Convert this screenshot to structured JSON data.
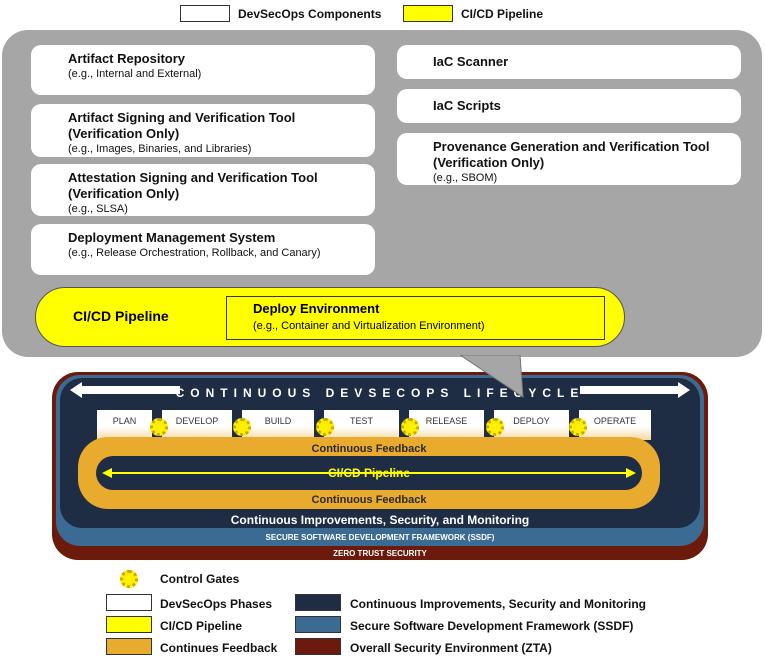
{
  "top_legend": {
    "components": "DevSecOps Components",
    "pipeline": "CI/CD Pipeline"
  },
  "left_boxes": [
    {
      "title": "Artifact Repository",
      "sub": "(e.g., Internal and External)"
    },
    {
      "title": "Artifact Signing and Verification Tool (Verification Only)",
      "sub": "(e.g., Images, Binaries, and Libraries)"
    },
    {
      "title": "Attestation Signing and Verification Tool (Verification Only)",
      "sub": "(e.g., SLSA)"
    },
    {
      "title": "Deployment Management System",
      "sub": "(e.g., Release Orchestration, Rollback, and Canary)"
    }
  ],
  "right_boxes": [
    {
      "title": "IaC Scanner"
    },
    {
      "title": "IaC Scripts"
    },
    {
      "title": "Provenance Generation and Verification Tool (Verification Only)",
      "sub": "(e.g., SBOM)"
    }
  ],
  "pipeline": {
    "label": "CI/CD Pipeline",
    "deploy_title": "Deploy Environment",
    "deploy_sub": "(e.g., Container and Virtualization Environment)"
  },
  "lifecycle": {
    "title": "CONTINUOUS DEVSECOPS LIFECYCLE",
    "phases": [
      "PLAN",
      "DEVELOP",
      "BUILD",
      "TEST",
      "RELEASE",
      "DEPLOY",
      "OPERATE"
    ],
    "feedback_top": "Continuous Feedback",
    "pipeline": "CI/CD Pipeline",
    "feedback_bottom": "Continuous Feedback",
    "ci": "Continuous Improvements, Security, and Monitoring",
    "ssdf": "SECURE SOFTWARE DEVELOPMENT FRAMEWORK (SSDF)",
    "zta": "ZERO  TRUST SECURITY"
  },
  "legend": {
    "gates": "Control Gates",
    "phases": "DevSecOps Phases",
    "pipeline": "CI/CD Pipeline",
    "feedback": "Continues Feedback",
    "ci": "Continuous Improvements, Security and Monitoring",
    "ssdf": "Secure Software Development Framework (SSDF)",
    "zta": "Overall Security Environment (ZTA)"
  },
  "colors": {
    "panel": "#a6a6a6",
    "pipeline": "#ffff00",
    "feedback": "#e8ab2e",
    "ci": "#1f2d44",
    "ssdf": "#3b6b93",
    "zta": "#6b1a0c"
  }
}
